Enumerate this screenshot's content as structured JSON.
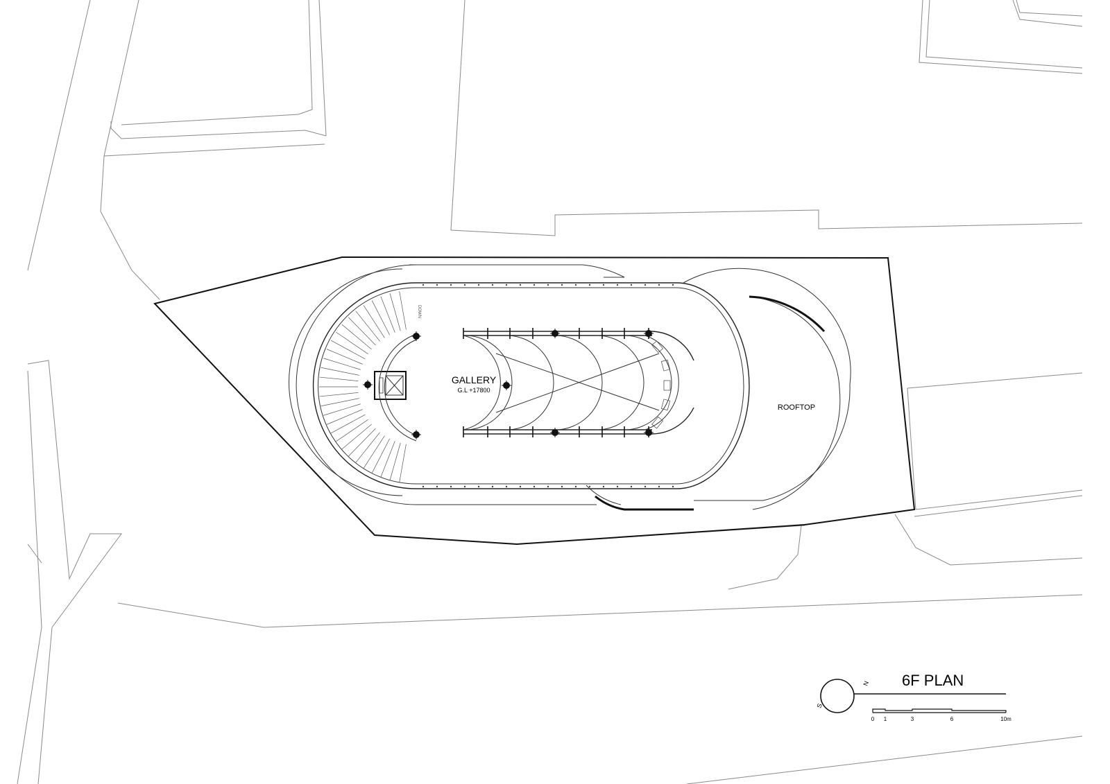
{
  "drawing": {
    "title": "6F PLAN",
    "rooms": {
      "gallery_name": "GALLERY",
      "gallery_level": "G.L +17800",
      "rooftop_name": "ROOFTOP"
    },
    "stair_note": "DOWN",
    "compass": {
      "north": "N",
      "south": "S"
    },
    "scale_bar": {
      "ticks": [
        "0",
        "1",
        "3",
        "6",
        "10m"
      ]
    }
  }
}
